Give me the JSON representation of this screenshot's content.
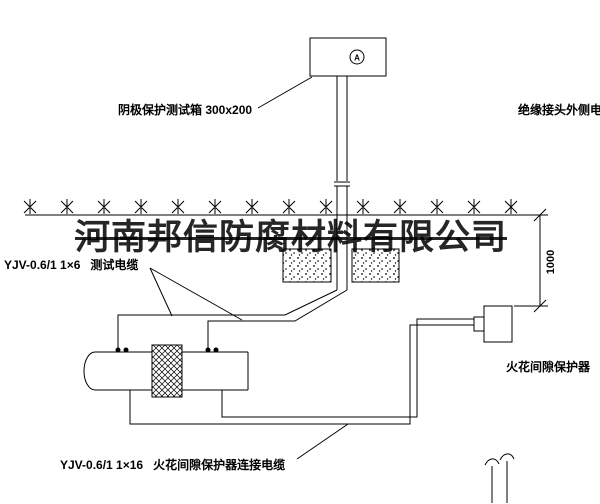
{
  "watermark": {
    "company": "河南邦信防腐材料有限公司"
  },
  "labels": {
    "test_box": "阴极保护测试箱 300x200",
    "insulated_joint_cable": "绝缘接头外侧电缆",
    "test_cable_spec": "YJV-0.6/1 1×6",
    "test_cable_name": "测试电缆",
    "protector": "火花间隙保护器",
    "protector_cable_spec": "YJV-0.6/1 1×16",
    "protector_cable_name": "火花间隙保护器连接电缆",
    "meter_letter": "A"
  },
  "dimensions": {
    "depth": "1000"
  },
  "colors": {
    "line": "#000000",
    "background": "#ffffff"
  }
}
